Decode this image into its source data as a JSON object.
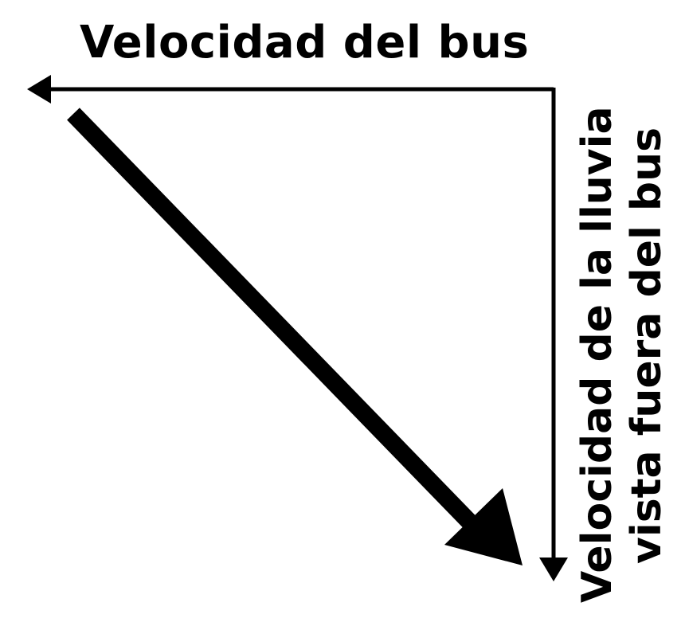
{
  "labels": {
    "bus_velocity": "Velocidad del bus",
    "rain_velocity_line1": "Velocidad de la lluvia",
    "rain_velocity_line2": "vista fuera del bus"
  },
  "colors": {
    "stroke": "#000000",
    "background": "#ffffff"
  }
}
